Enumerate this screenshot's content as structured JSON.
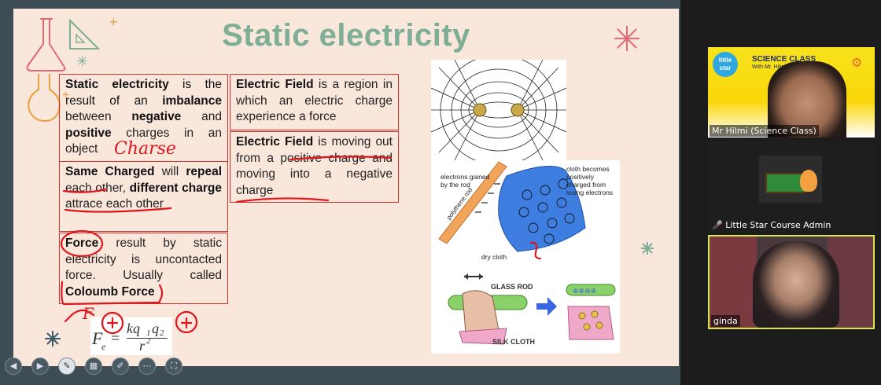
{
  "slide": {
    "title": "Static electricity",
    "box1": {
      "t1": "Static electricity",
      "t2": " is the result of an ",
      "t3": "imbalance",
      "t4": " between ",
      "t5": "negative",
      "t6": " and ",
      "t7": "positive",
      "t8": " charges in an object"
    },
    "box2": {
      "t1": "Same Charged",
      "t2": " will ",
      "t3": "repeal",
      "t4": " each other, ",
      "t5": "different charge",
      "t6": " attrace each other"
    },
    "box3": {
      "t1": "Force",
      "t2": " result by static electricity is uncontacted force. Usually called ",
      "t3": "Coloumb Force"
    },
    "box4": {
      "t1": "Electric Field",
      "t2": " is a region in which an electric charge experience a force"
    },
    "box5": {
      "t1": "Electric Field",
      "t2": " is moving out from a positive charge and moving into a negative charge"
    },
    "formula": {
      "lhs": "F",
      "sub": "e",
      "num": "kq",
      "q1": "1",
      "q2": "q",
      "q2s": "2",
      "den": "r",
      "den_exp": "2"
    },
    "handwriting": {
      "charge": "Charse",
      "f_label": "F"
    },
    "diagram_rod": {
      "electrons": "electrons gained by the rod",
      "cloth": "cloth becomes positively charged from losing electrons",
      "rod": "polythene rod",
      "dry": "dry cloth"
    },
    "diagram_glass": {
      "rod": "GLASS ROD",
      "cloth": "SILK CLOTH"
    }
  },
  "participants": [
    {
      "name": "Mr Hilmi (Science Class)",
      "banner_title": "SCIENCE CLASS",
      "banner_sub": "With Mr. Hilmi",
      "logo": "little star"
    },
    {
      "name": "Little Star Course Admin"
    },
    {
      "name": "ginda"
    }
  ],
  "colors": {
    "accent": "#7fae96",
    "annotation": "#e0151c",
    "slide_bg": "#f9e7dc",
    "toolbar": "#3d4c55"
  }
}
